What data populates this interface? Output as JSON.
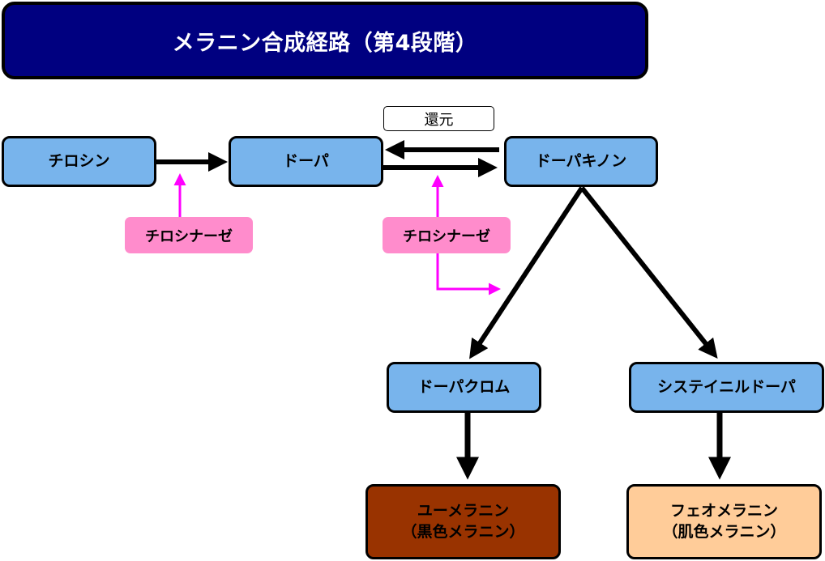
{
  "title": "メラニン合成経路（第4段階）",
  "colors": {
    "title_bg": "#000080",
    "intermediate": "#78b4ec",
    "enzyme": "#ff8ccc",
    "enzyme_arrow": "#ff00ff",
    "eumelanin": "#993300",
    "pheomelanin": "#ffcc99"
  },
  "nodes": {
    "tyrosine": "チロシン",
    "dopa": "ドーパ",
    "dopaquinone": "ドーパキノン",
    "dopachrome": "ドーパクロム",
    "cysteinyldopa": "システイニルドーパ",
    "eumelanin": {
      "line1": "ユーメラニン",
      "line2": "（黒色メラニン）"
    },
    "pheomelanin": {
      "line1": "フェオメラニン",
      "line2": "（肌色メラニン）"
    }
  },
  "enzymes": {
    "first": "チロシナーゼ",
    "second": "チロシナーゼ"
  },
  "reduction_label": "還元"
}
